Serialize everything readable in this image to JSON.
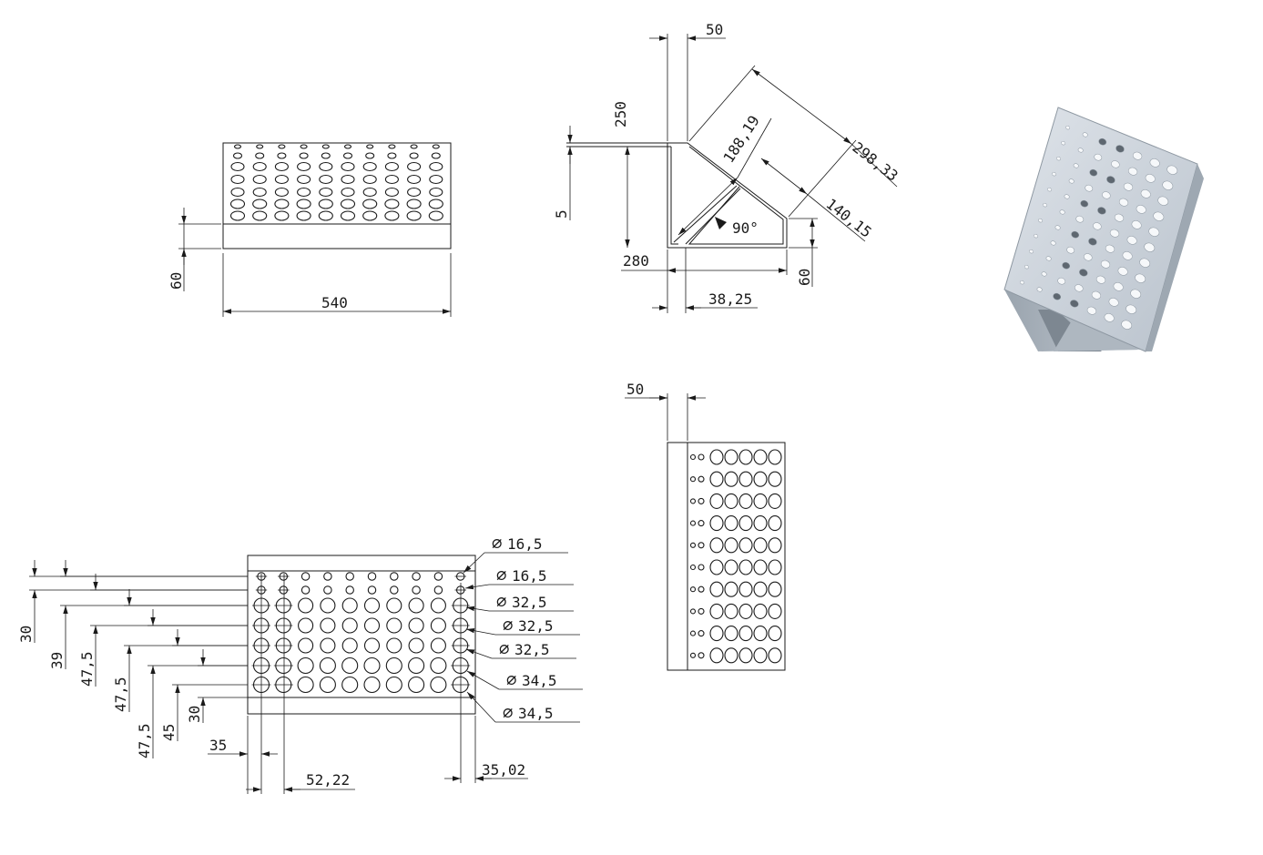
{
  "views": {
    "front": {
      "width_label": "540",
      "base_height_label": "60"
    },
    "side": {
      "top_wall_label": "50",
      "height_label": "250",
      "thickness_label": "5",
      "diagonal_label": "188,19",
      "outer_diag_label": "298,33",
      "inner_diag_label": "140,15",
      "angle_label": "90°",
      "base_width_label": "280",
      "base_height_label": "60",
      "inner_offset_label": "38,25"
    },
    "back_side": {
      "wall_label": "50"
    },
    "hole_plan": {
      "vertical_dims": [
        "30",
        "39",
        "47,5",
        "47,5",
        "47,5",
        "45",
        "30"
      ],
      "horizontal_dims": {
        "left_margin": "35",
        "pitch": "52,22",
        "right_margin": "35,02"
      },
      "diameter_callouts": [
        {
          "symbol": "⌀",
          "value": "16,5"
        },
        {
          "symbol": "⌀",
          "value": "16,5"
        },
        {
          "symbol": "⌀",
          "value": "32,5"
        },
        {
          "symbol": "⌀",
          "value": "32,5"
        },
        {
          "symbol": "⌀",
          "value": "32,5"
        },
        {
          "symbol": "⌀",
          "value": "34,5"
        },
        {
          "symbol": "⌀",
          "value": "34,5"
        }
      ]
    }
  }
}
